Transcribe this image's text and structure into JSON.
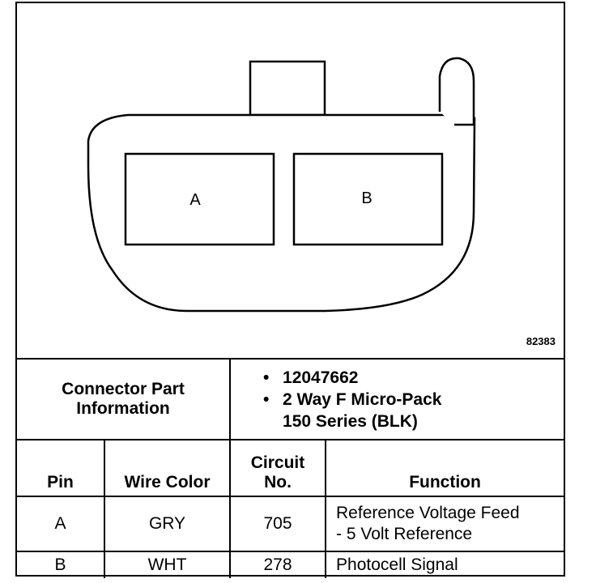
{
  "diagram": {
    "pin_labels": [
      "A",
      "B"
    ],
    "figure_number": "82383"
  },
  "connector": {
    "label": "Connector Part Information",
    "part_number": "12047662",
    "description_line1": "2 Way F Micro-Pack",
    "description_line2": "150 Series (BLK)"
  },
  "table": {
    "headers": {
      "pin": "Pin",
      "wire_color": "Wire Color",
      "circuit_line1": "Circuit",
      "circuit_line2": "No.",
      "function": "Function"
    },
    "rows": [
      {
        "pin": "A",
        "wire_color": "GRY",
        "circuit": "705",
        "function_line1": "Reference Voltage Feed",
        "function_line2": "- 5 Volt Reference"
      },
      {
        "pin": "B",
        "wire_color": "WHT",
        "circuit": "278",
        "function_line1": "Photocell Signal",
        "function_line2": ""
      }
    ]
  }
}
